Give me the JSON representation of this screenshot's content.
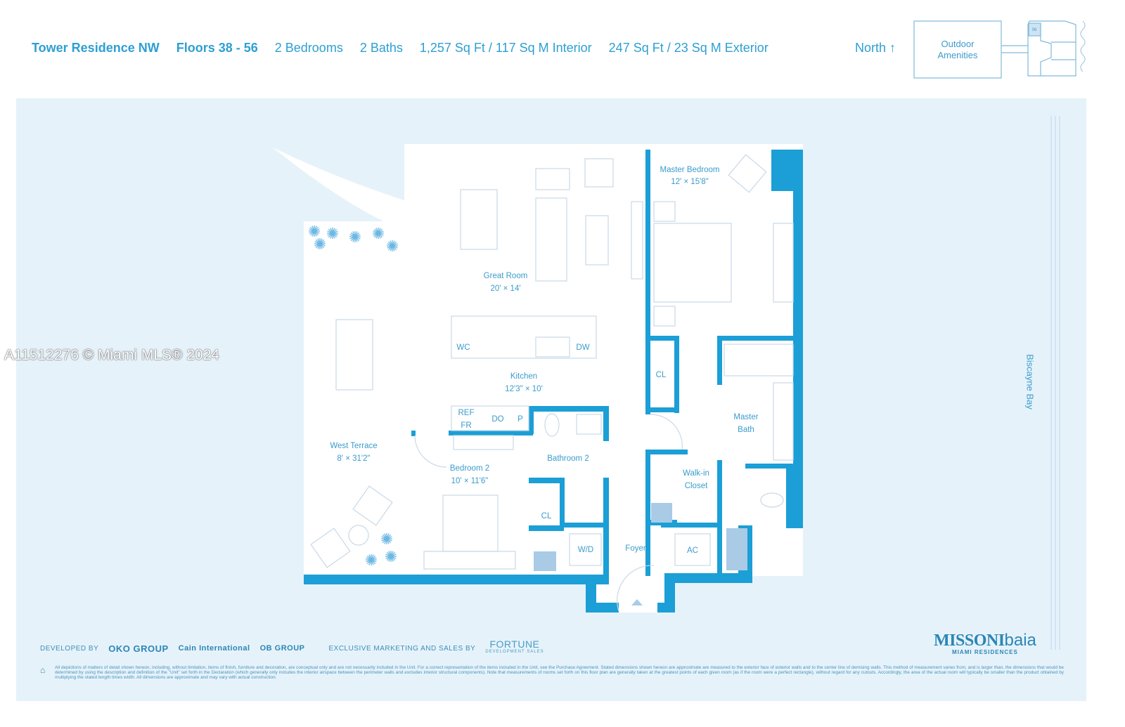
{
  "header": {
    "residence": "Tower Residence NW",
    "floors": "Floors 38 - 56",
    "bedrooms": "2 Bedrooms",
    "baths": "2 Baths",
    "interior": "1,257 Sq Ft / 117 Sq M Interior",
    "exterior": "247 Sq Ft / 23 Sq M Exterior",
    "north": "North ↑"
  },
  "keyplan": {
    "amenities_line1": "Outdoor",
    "amenities_line2": "Amenities",
    "unit": "06"
  },
  "watermark": "A11512276 © Miami MLS® 2024",
  "rooms": {
    "master_bedroom": {
      "name": "Master Bedroom",
      "dims": "12' × 15'8\""
    },
    "great_room": {
      "name": "Great Room",
      "dims": "20' × 14'"
    },
    "kitchen": {
      "name": "Kitchen",
      "dims": "12'3\" × 10'"
    },
    "west_terrace": {
      "name": "West Terrace",
      "dims": "8' × 31'2\""
    },
    "bedroom2": {
      "name": "Bedroom 2",
      "dims": "10' × 11'6\""
    },
    "bathroom2": "Bathroom 2",
    "master_bath_1": "Master",
    "master_bath_2": "Bath",
    "walkin_1": "Walk-in",
    "walkin_2": "Closet",
    "foyer": "Foyer",
    "wc": "WC",
    "dw": "DW",
    "ref": "REF",
    "fr": "FR",
    "do": "DO",
    "p": "P",
    "cl": "CL",
    "wd": "W/D",
    "ac": "AC"
  },
  "biscayne": "Biscayne Bay",
  "footer": {
    "developed_by": "DEVELOPED BY",
    "oko": "OKO GROUP",
    "cain": "Cain International",
    "ob": "OB GROUP",
    "marketing": "EXCLUSIVE MARKETING AND SALES BY",
    "fortune": "FORTUNE",
    "fortune_sub": "DEVELOPMENT SALES",
    "brand_bold": "MISSONI",
    "brand_light": "baia",
    "brand_sub": "MIAMI RESIDENCES",
    "disclaimer": "All depictions of matters of detail shown hereon, including, without limitation, items of finish, furniture and decoration, are conceptual only and are not necessarily included in the Unit. For a correct representation of the items included in the Unit, see the Purchase Agreement. Stated dimensions shown hereon are approximate are measured to the exterior face of exterior walls and to the center line of demising walls. This method of measurement varies from, and is larger than, the dimensions that would be determined by using the description and definition of the \"Unit\" set forth in the Declaration (which generally only includes the interior airspace between the perimeter walls and excludes interior structural components). Note that measurements of rooms set forth on this floor plan are generally taken at the greatest points of each given room (as if the room were a perfect rectangle), without regard for any cutouts. Accordingly, the area of the actual room will typically be smaller than the product obtained by multiplying the stated length times width. All dimensions are approximate and may vary with actual construction."
  },
  "colors": {
    "wall": "#1b9fd6",
    "panel": "#e6f2fa",
    "text": "#2d9fd3",
    "fixture": "#a9cbe6"
  }
}
